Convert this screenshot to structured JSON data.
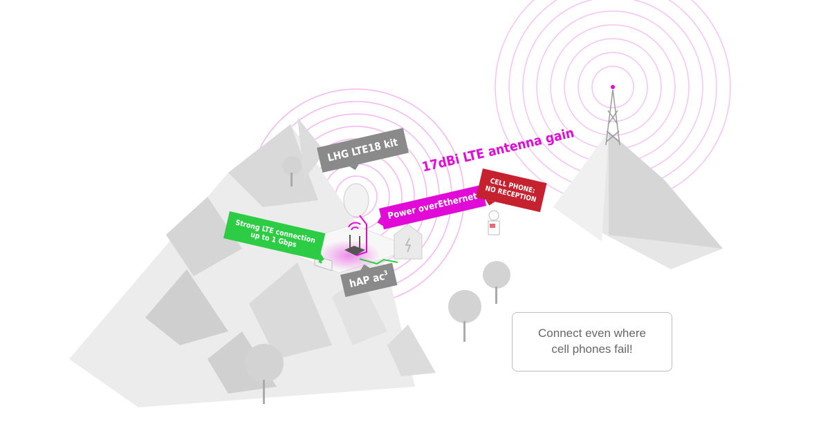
{
  "labels": {
    "antenna_kit": "LHG LTE18 kit",
    "poe": "Power overEthernet",
    "lte_connection_line1": "Strong LTE connection",
    "lte_connection_line2": "up to 1 Gbps",
    "router": "hAP ac",
    "router_sup": "3",
    "cell_phone_line1": "CELL PHONE:",
    "cell_phone_line2": "NO RECEPTION",
    "antenna_gain": "17dBi LTE antenna gain"
  },
  "callout": {
    "line1": "Connect even where",
    "line2": "cell phones fail!"
  },
  "colors": {
    "magenta": "#e10ad6",
    "green": "#2dcc45",
    "red": "#c5212e",
    "gray": "#8a8a8a"
  }
}
